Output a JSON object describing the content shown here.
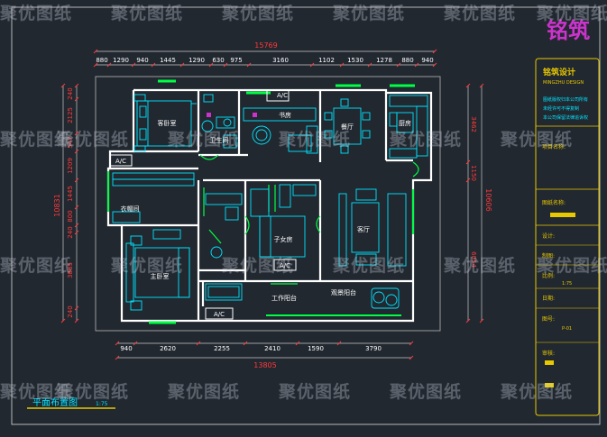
{
  "colors": {
    "background": "#212830",
    "wall": "#ffffff",
    "furniture": "#00e5ff",
    "green": "#00ff44",
    "dim_red": "#ff3a3a",
    "frame_yellow": "#e8c800",
    "magenta": "#cc33cc"
  },
  "watermark": "聚优图纸",
  "drawing": {
    "total_top": "15769",
    "top_dims": [
      "880",
      "1290",
      "940",
      "1445",
      "1290",
      "630",
      "975",
      "3160",
      "1102",
      "1530",
      "1278",
      "880",
      "940"
    ],
    "total_bottom": "13805",
    "bottom_dims": [
      "940",
      "2620",
      "2255",
      "2410",
      "1590",
      "3790"
    ],
    "total_left": "10831",
    "left_dims": [
      "240",
      "2125",
      "547",
      "1209",
      "1445",
      "800",
      "240",
      "3885",
      "240"
    ],
    "total_right": "10606",
    "right_dims": [
      "3462",
      "1150",
      "6054"
    ],
    "rooms": {
      "second_bedroom": "客卧室",
      "bathroom": "卫生间",
      "study": "书房",
      "dining": "餐厅",
      "kitchen": "厨房",
      "cloakroom": "衣帽间",
      "master_bedroom": "主卧室",
      "child_room": "子女房",
      "living": "客厅",
      "work_balcony": "工作阳台",
      "view_balcony": "观景阳台"
    },
    "ac_labels": [
      "A/C",
      "A/C",
      "A/C",
      "A/C"
    ],
    "title": "平面布置图",
    "scale": "1:75"
  },
  "title_block": {
    "logo_text": "铭筑",
    "company": "铭筑设计",
    "company_sub": "MINGZHU DESIGN",
    "note_lines": [
      "图纸版权归本公司所有",
      "未经许可不得复制",
      "本公司保留法律追诉权"
    ],
    "project_label": "项目名称:",
    "drawing_label": "图纸名称:",
    "designer_label": "设计:",
    "drafter_label": "制图:",
    "scale_label": "比例:",
    "scale_value": "1:75",
    "date_label": "日期:",
    "number_label": "图号:",
    "number_value": "P-01",
    "review_label": "审核:"
  }
}
